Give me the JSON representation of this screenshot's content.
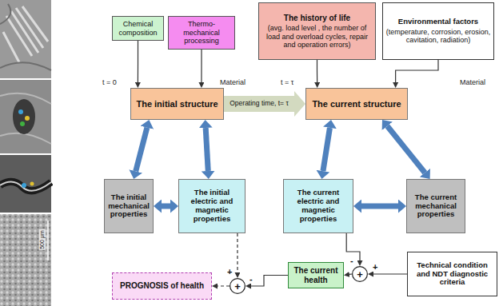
{
  "diagram": {
    "nodes": [
      {
        "text": [
          "The history of life",
          "(avg. load level , the number of load and overload cycles, repair and operation errors)"
        ]
      },
      {
        "text": [
          "Environmental factors",
          "(temperature, corrosion, erosion, cavitation, radiation)"
        ]
      },
      {
        "text": [
          "Chemical composition"
        ]
      },
      {
        "text": [
          "Thermo-mechanical processing"
        ]
      },
      {
        "text": [
          "t = 0",
          "Material"
        ]
      },
      {
        "text": [
          "The initial structure"
        ],
        "in": 4
      },
      {
        "text": [
          "The initial mechanical properties"
        ],
        "in": 4
      },
      {
        "text": [
          "The initial electric and magnetic properties"
        ],
        "in": 4
      },
      {
        "text": [
          "t = τ",
          "Material"
        ]
      },
      {
        "text": [
          "The current structure"
        ],
        "in": 8
      },
      {
        "text": [
          "The current electric and magnetic properties"
        ],
        "in": 8
      },
      {
        "text": [
          "The current mechanical properties"
        ],
        "in": 8
      },
      {
        "text": [
          "The current health"
        ]
      },
      {
        "text": [
          "+"
        ]
      },
      {
        "text": [
          "Technical condition and NDT diagnostic criteria"
        ]
      },
      {
        "text": [
          "PROGNOSIS of health"
        ]
      },
      {
        "text": [
          "+"
        ]
      }
    ],
    "edges": [
      {
        "from": 2,
        "to": 5,
        "arrow": "to"
      },
      {
        "from": 3,
        "to": 5,
        "arrow": "to"
      },
      {
        "from": 0,
        "to": 9,
        "arrow": "to"
      },
      {
        "from": 1,
        "to": 9,
        "arrow": "to"
      },
      {
        "from": 5,
        "to": 9,
        "label": "Operating time, t= τ",
        "arrow": "to"
      },
      {
        "from": 5,
        "to": 6,
        "arrow": "both"
      },
      {
        "from": 5,
        "to": 7,
        "arrow": "both"
      },
      {
        "from": 6,
        "to": 7,
        "arrow": "both"
      },
      {
        "from": 9,
        "to": 10,
        "arrow": "both"
      },
      {
        "from": 9,
        "to": 11,
        "arrow": "both"
      },
      {
        "from": 10,
        "to": 11,
        "arrow": "both"
      },
      {
        "from": 10,
        "to": 13,
        "label": "-",
        "arrow": "to"
      },
      {
        "from": 14,
        "to": 13,
        "label": "+",
        "arrow": "to"
      },
      {
        "from": 13,
        "to": 12,
        "arrow": "to"
      },
      {
        "from": 7,
        "to": 16,
        "label": "+",
        "arrow": "to"
      },
      {
        "from": 12,
        "to": 16,
        "label": "-",
        "arrow": "to"
      },
      {
        "from": 16,
        "to": 15,
        "arrow": "to"
      }
    ],
    "labels": [
      "500 μm"
    ]
  }
}
